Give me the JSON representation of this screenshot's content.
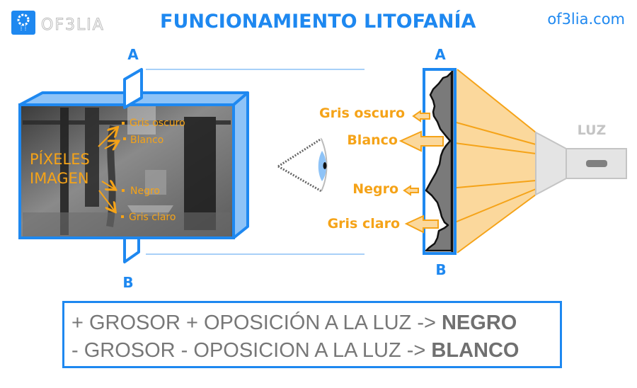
{
  "header": {
    "logo_text": "OF3LIA",
    "title": "FUNCIONAMIENTO LITOFANÍA",
    "site": "of3lia.com"
  },
  "left_panel": {
    "section_top": "A",
    "section_bottom": "B",
    "pixels_label_line1": "PÍXELES",
    "pixels_label_line2": "IMAGEN",
    "photo_labels": [
      "Gris oscuro",
      "Blanco",
      "Negro",
      "Gris claro"
    ]
  },
  "right_panel": {
    "section_top": "A",
    "section_bottom": "B",
    "tone_labels": [
      "Gris oscuro",
      "Blanco",
      "Negro",
      "Gris claro"
    ],
    "light_label": "LUZ"
  },
  "rules": [
    {
      "text": "+ GROSOR + OPOSICIÓN A LA LUZ -> ",
      "result": "NEGRO"
    },
    {
      "text": "- GROSOR - OPOSICION A LA LUZ -> ",
      "result": "BLANCO"
    }
  ],
  "colors": {
    "accent_blue": "#1e88f0",
    "light_blue": "#8ec3f7",
    "orange": "#f5a318",
    "beam": "#fbd89c",
    "grey_text": "#777777"
  }
}
